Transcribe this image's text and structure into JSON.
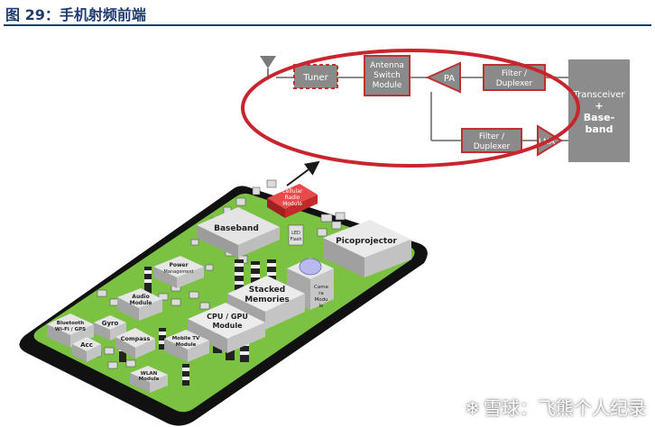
{
  "figure": {
    "title": "图 29：手机射频前端"
  },
  "block_diagram": {
    "tuner": "Tuner",
    "antenna_switch": [
      "Antenna",
      "Switch",
      "Module"
    ],
    "pa": "PA",
    "filter_tx": [
      "Filter /",
      "Duplexer"
    ],
    "filter_rx": [
      "Filter /",
      "Duplexer"
    ],
    "lna": "LNA",
    "transceiver": [
      "Transceiver",
      "+",
      "Base-",
      "band"
    ]
  },
  "board": {
    "cellular": [
      "Cellular",
      "Radio",
      "Module"
    ],
    "baseband": "Baseband",
    "picoprojector": "Picoprojector",
    "stacked": [
      "Stacked",
      "Memories"
    ],
    "cpu": [
      "CPU / GPU",
      "Module"
    ],
    "camera": [
      "Came",
      "ra",
      "Modu",
      "le"
    ],
    "power": [
      "Power",
      "Management"
    ],
    "audio": [
      "Audio",
      "Module"
    ],
    "bluetooth": [
      "Bluetooth",
      "Wi-Fi / GPS"
    ],
    "gyro": "Gyro",
    "acc": "Acc",
    "compass": "Compass",
    "mobiletv": [
      "Mobile TV",
      "Module"
    ],
    "wlan": [
      "WLAN",
      "Module"
    ],
    "led": [
      "LED",
      "Flash"
    ]
  },
  "colors": {
    "header": "#1f3b70",
    "accent_red": "#d03030",
    "ellipse": "#c8252f",
    "board_green": "#7cc242",
    "gray": "#8f8f8f"
  },
  "watermark": {
    "icon": "snowball-logo-icon",
    "text": "雪球：飞熊个人纪录"
  }
}
